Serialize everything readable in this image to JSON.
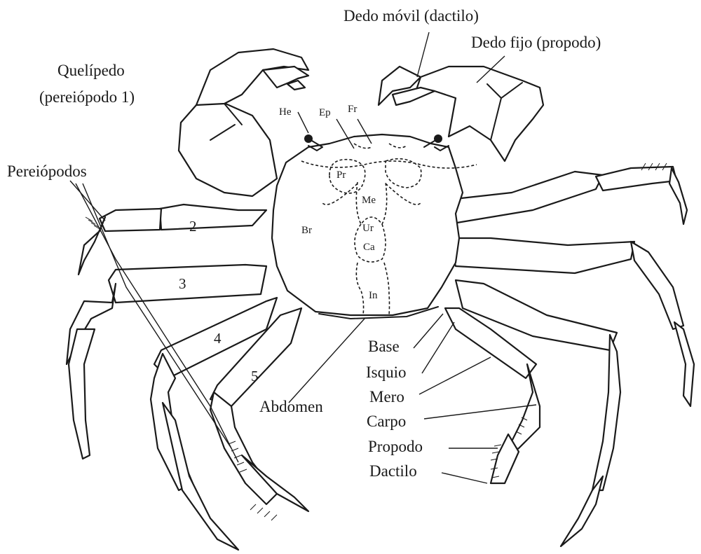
{
  "labels": {
    "dedo_movil": "Dedo móvil (dactilo)",
    "dedo_fijo": "Dedo fijo (propodo)",
    "quelipedo_1": "Quelípedo",
    "quelipedo_2": "(pereiópodo 1)",
    "pereiopodos": "Pereiópodos",
    "he": "He",
    "ep": "Ep",
    "fr": "Fr",
    "pr": "Pr",
    "me": "Me",
    "br": "Br",
    "ur": "Ur",
    "ca": "Ca",
    "in": "In",
    "n2": "2",
    "n3": "3",
    "n4": "4",
    "n5": "5",
    "abdomen": "Abdomen",
    "base": "Base",
    "isquio": "Isquio",
    "mero": "Mero",
    "carpo": "Carpo",
    "propodo": "Propodo",
    "dactilo": "Dactilo"
  }
}
